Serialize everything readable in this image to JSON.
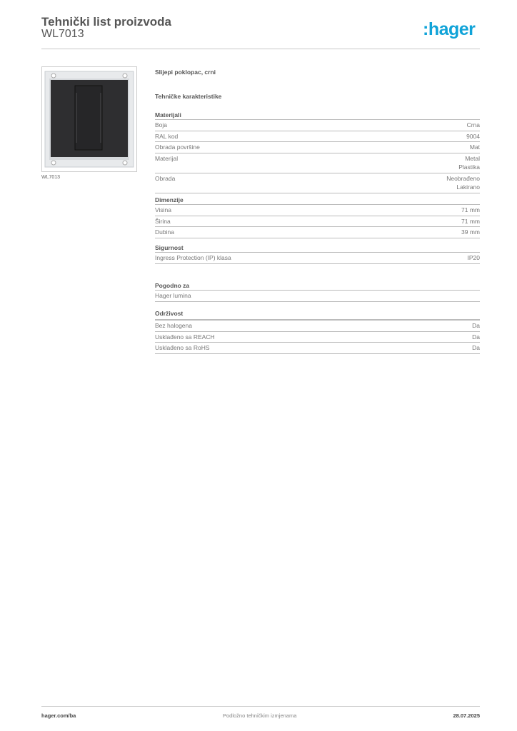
{
  "header": {
    "title": "Tehnički list proizvoda",
    "product_code": "WL7013",
    "logo": ":hager",
    "logo_color": "#10a3d8"
  },
  "image": {
    "caption": "WL7013"
  },
  "product_name": "Slijepi poklopac, crni",
  "tech_heading": "Tehničke karakteristike",
  "sections": [
    {
      "title": "Materijali",
      "rows": [
        {
          "label": "Boja",
          "value": "Crna"
        },
        {
          "label": "RAL kod",
          "value": "9004"
        },
        {
          "label": "Obrada površine",
          "value": "Mat"
        },
        {
          "label": "Materijal",
          "value": "Metal\nPlastika"
        },
        {
          "label": "Obrada",
          "value": "Neobrađeno\nLakirano"
        }
      ]
    },
    {
      "title": "Dimenzije",
      "rows": [
        {
          "label": "Visina",
          "value": "71 mm"
        },
        {
          "label": "Širina",
          "value": "71 mm"
        },
        {
          "label": "Dubina",
          "value": "39 mm"
        }
      ]
    },
    {
      "title": "Sigurnost",
      "rows": [
        {
          "label": "Ingress Protection (IP) klasa",
          "value": "IP20"
        }
      ]
    },
    {
      "title": "Pogodno za",
      "rows": [
        {
          "label": "Hager lumina",
          "value": ""
        }
      ]
    },
    {
      "title": "Održivost",
      "rows": [
        {
          "label": "Bez halogena",
          "value": "Da"
        },
        {
          "label": "Usklađeno sa REACH",
          "value": "Da"
        },
        {
          "label": "Usklađeno sa RoHS",
          "value": "Da"
        }
      ]
    }
  ],
  "footer": {
    "website": "hager.com/ba",
    "notice": "Podložno tehničkim izmjenama",
    "date": "28.07.2025"
  }
}
